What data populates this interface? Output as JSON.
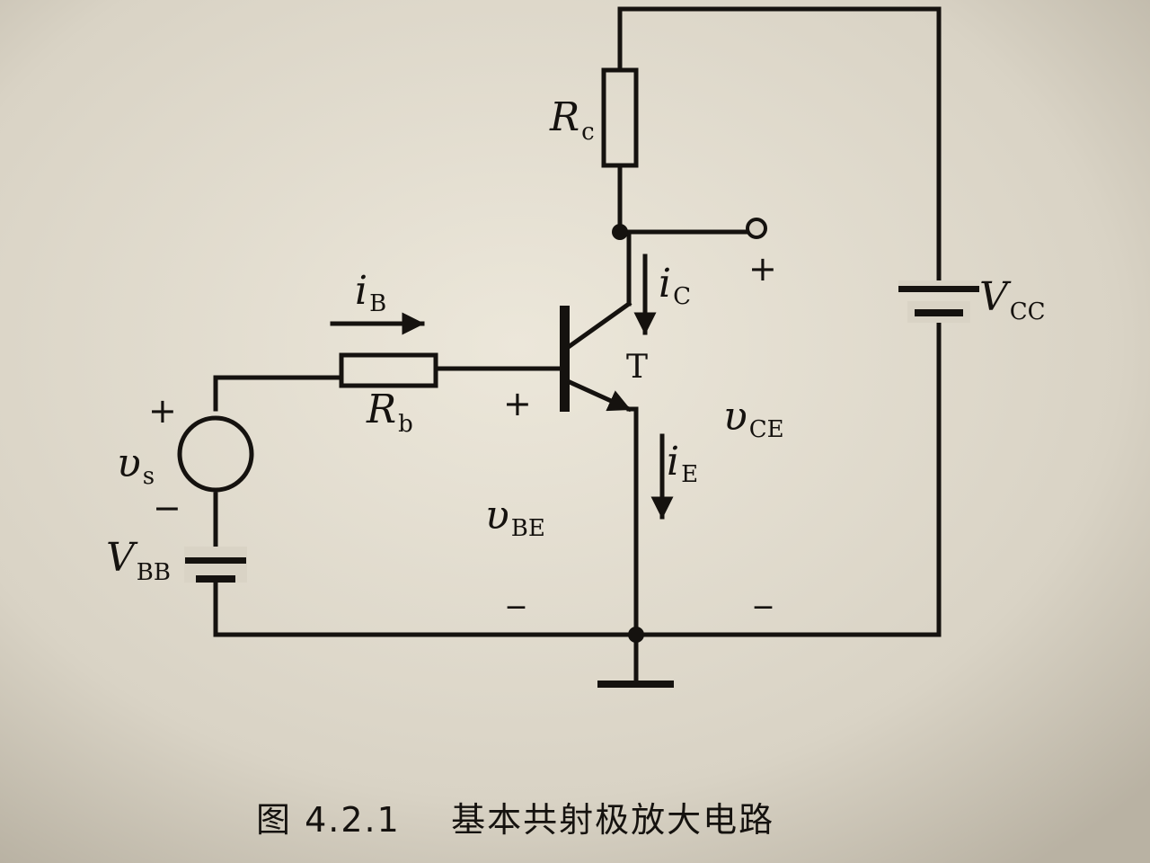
{
  "figure": {
    "caption": "图 4.2.1    基本共射极放大电路"
  },
  "labels": {
    "Rc": {
      "main": "R",
      "sub": "c"
    },
    "Rb": {
      "main": "R",
      "sub": "b"
    },
    "Vcc": {
      "main": "V",
      "sub": "CC"
    },
    "Vbb": {
      "main": "V",
      "sub": "BB"
    },
    "vs": {
      "main": "υ",
      "sub": "s"
    },
    "vBE": {
      "main": "υ",
      "sub": "BE"
    },
    "vCE": {
      "main": "υ",
      "sub": "CE"
    },
    "iB": {
      "main": "i",
      "sub": "B"
    },
    "iC": {
      "main": "i",
      "sub": "C"
    },
    "iE": {
      "main": "i",
      "sub": "E"
    },
    "transistor": "T"
  },
  "signs": {
    "plus": "+",
    "minus": "−",
    "underscore": "_"
  },
  "colors": {
    "ink": "#15120f",
    "paper": "#d8d2c4"
  }
}
